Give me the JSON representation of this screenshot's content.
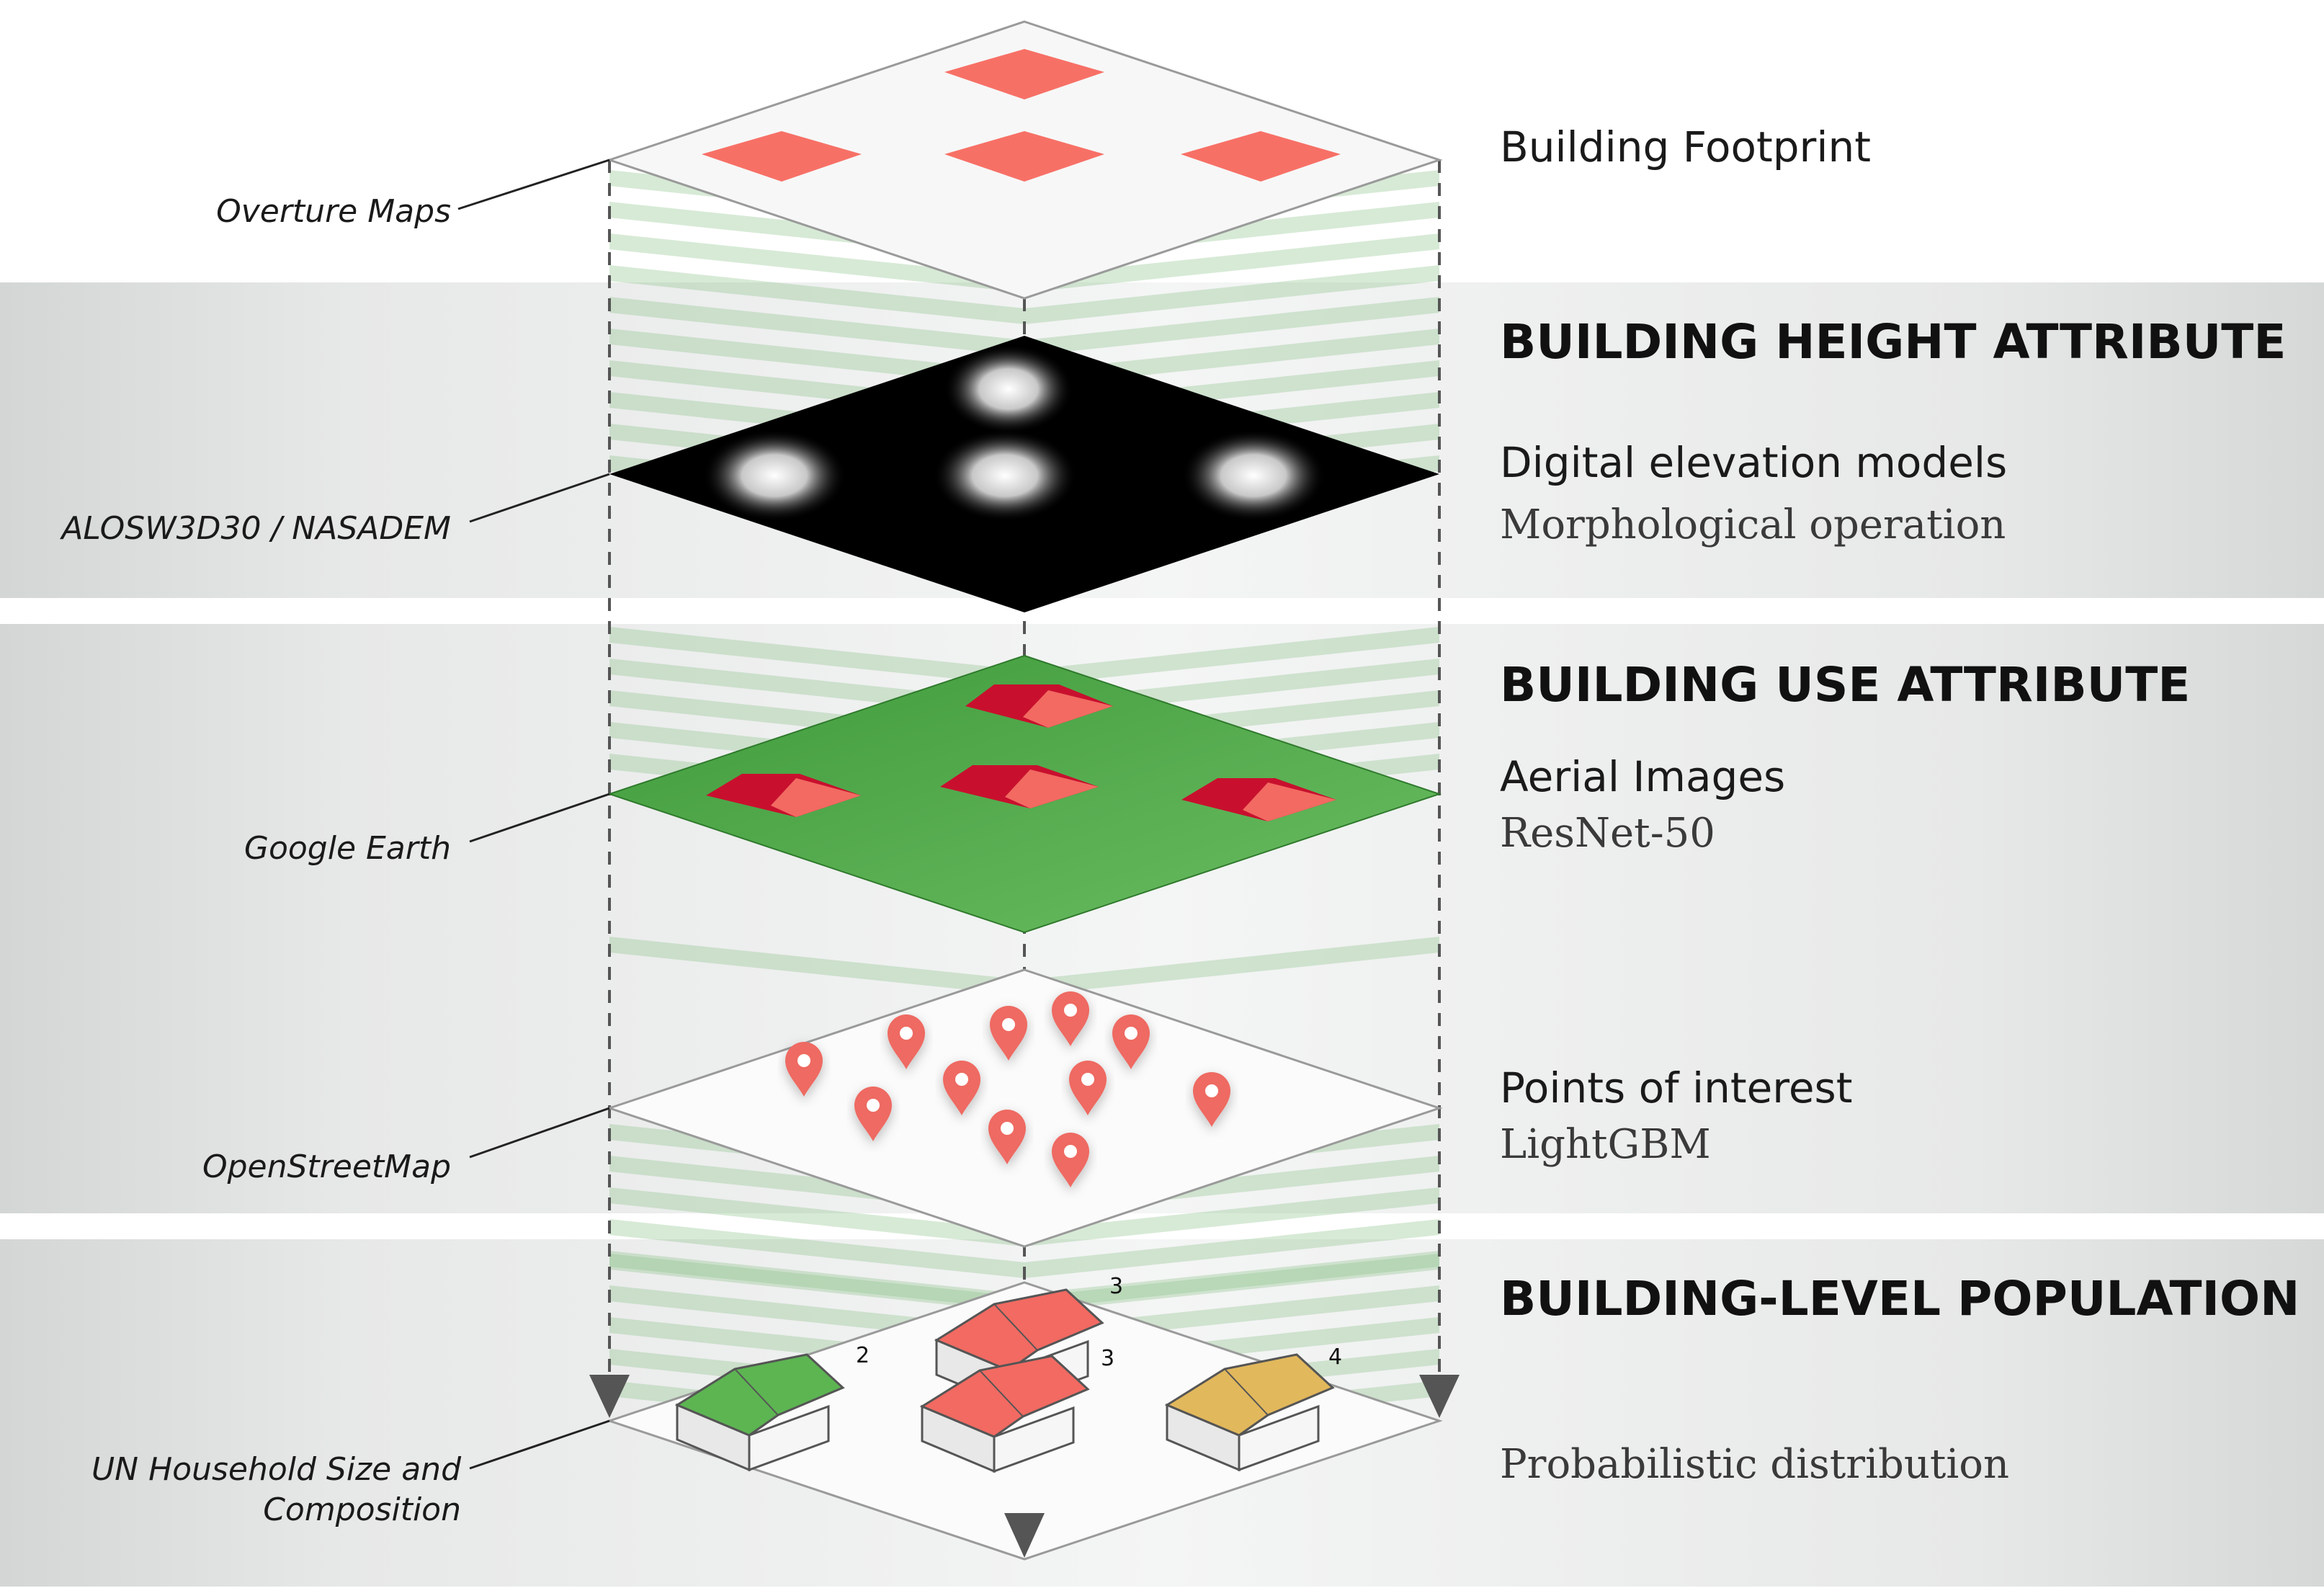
{
  "sources": {
    "footprint": "Overture Maps",
    "height": "ALOSW3D30 / NASADEM",
    "use": "Google Earth",
    "poi": "OpenStreetMap",
    "household_line1": "UN Household Size and",
    "household_line2": "Composition"
  },
  "sections": {
    "height": "BUILDING HEIGHT ATTRIBUTE",
    "use": "BUILDING USE ATTRIBUTE",
    "population": "BUILDING-LEVEL POPULATION"
  },
  "layers": {
    "footprint": {
      "title": "Building Footprint"
    },
    "elevation": {
      "title": "Digital elevation models",
      "method": "Morphological operation"
    },
    "aerial": {
      "title": "Aerial Images",
      "method": "ResNet-50"
    },
    "poi": {
      "title": "Points of interest",
      "method": "LightGBM"
    },
    "population": {
      "method": "Probabilistic distribution"
    }
  },
  "household_counts": [
    "3",
    "2",
    "3",
    "4"
  ],
  "colors": {
    "footprint_red": "#f77066",
    "roof_red": "#f26a62",
    "roof_dark_red": "#c8102e",
    "roof_green": "#5db552",
    "roof_yellow": "#e2b85c",
    "aerial_green": "#4fa84a",
    "poi_pin": "#ee6a62",
    "band_grey": "#e4e4e4",
    "stripe_green": "#8cc48a"
  }
}
